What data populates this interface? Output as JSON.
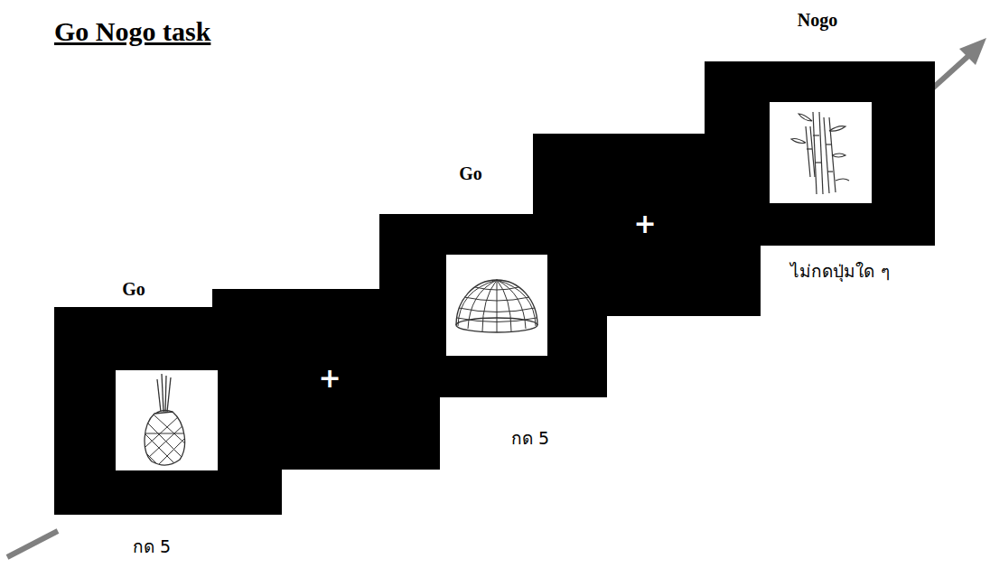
{
  "diagram": {
    "title": "Go Nogo task",
    "nodes": [
      {
        "text": [
          "Go",
          "กด 5"
        ]
      },
      {
        "text": [
          "+"
        ]
      },
      {
        "text": [
          "Go",
          "กด 5"
        ]
      },
      {
        "text": [
          "+"
        ]
      },
      {
        "text": [
          "Nogo",
          "ไม่กดปุ่มใด ๆ"
        ]
      }
    ]
  }
}
